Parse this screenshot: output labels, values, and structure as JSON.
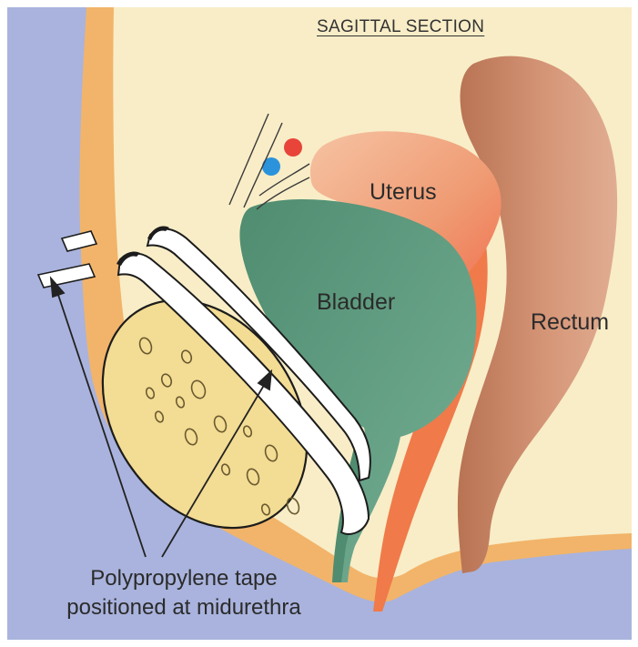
{
  "title": "SAGITTAL SECTION",
  "labels": {
    "uterus": "Uterus",
    "bladder": "Bladder",
    "rectum": "Rectum"
  },
  "caption": {
    "line1": "Polypropylene tape",
    "line2": "positioned at midurethra"
  },
  "colors": {
    "background_blue": "#a9b3dd",
    "skin_orange": "#f2b46a",
    "cavity_cream": "#f8edc7",
    "uterus": "#f1a57e",
    "bladder": "#5d9a7e",
    "rectum": "#c5845f",
    "tape": "#ffffff",
    "pubic_bone": "#f3dc93",
    "vessel_red": "#e8443a",
    "vessel_blue": "#2b93db"
  }
}
